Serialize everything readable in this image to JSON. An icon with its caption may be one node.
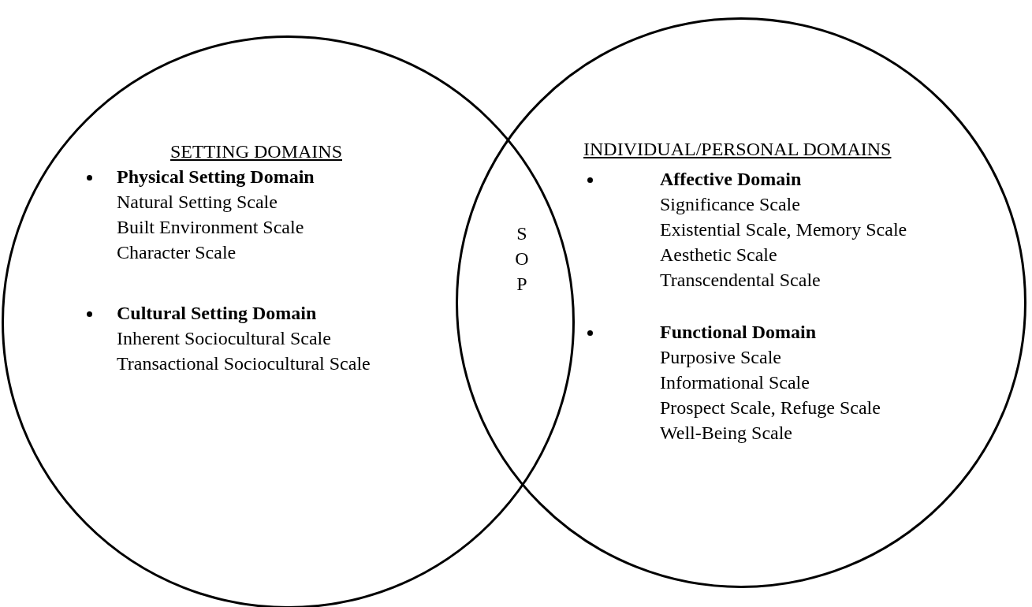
{
  "diagram": {
    "nodes": [
      {
        "text": [
          "SETTING DOMAINS",
          "Physical Setting Domain",
          "Natural Setting Scale",
          "Built Environment Scale",
          "Character Scale",
          "Cultural Setting Domain",
          "Inherent Sociocultural Scale",
          "Transactional Sociocultural Scale"
        ]
      },
      {
        "text": [
          "INDIVIDUAL/PERSONAL DOMAINS",
          "Affective Domain",
          "Significance Scale",
          "Existential Scale, Memory Scale",
          "Aesthetic Scale",
          "Transcendental Scale",
          "Functional Domain",
          "Purposive Scale",
          "Informational Scale",
          "Prospect Scale, Refuge Scale",
          "Well-Being Scale"
        ]
      }
    ],
    "edges": [],
    "labels": [
      "S O P"
    ]
  }
}
